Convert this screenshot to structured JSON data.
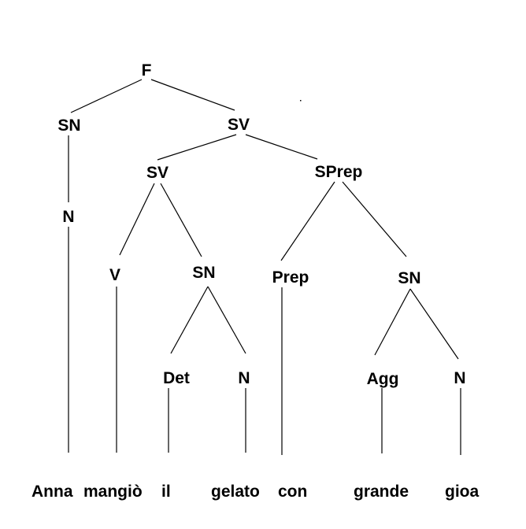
{
  "tree": {
    "nodes": {
      "root": "F",
      "sn_subject": "SN",
      "sv_main": "SV",
      "n_subject": "N",
      "sv_inner": "SV",
      "sprep": "SPrep",
      "v": "V",
      "sn_object": "SN",
      "det": "Det",
      "n_object": "N",
      "prep": "Prep",
      "sn_prep": "SN",
      "agg": "Agg",
      "n_prep": "N"
    },
    "words": {
      "w1": "Anna",
      "w2": "mangiò",
      "w3": "il",
      "w4": "gelato",
      "w5": "con",
      "w6": "grande",
      "w7": "gioa"
    }
  }
}
